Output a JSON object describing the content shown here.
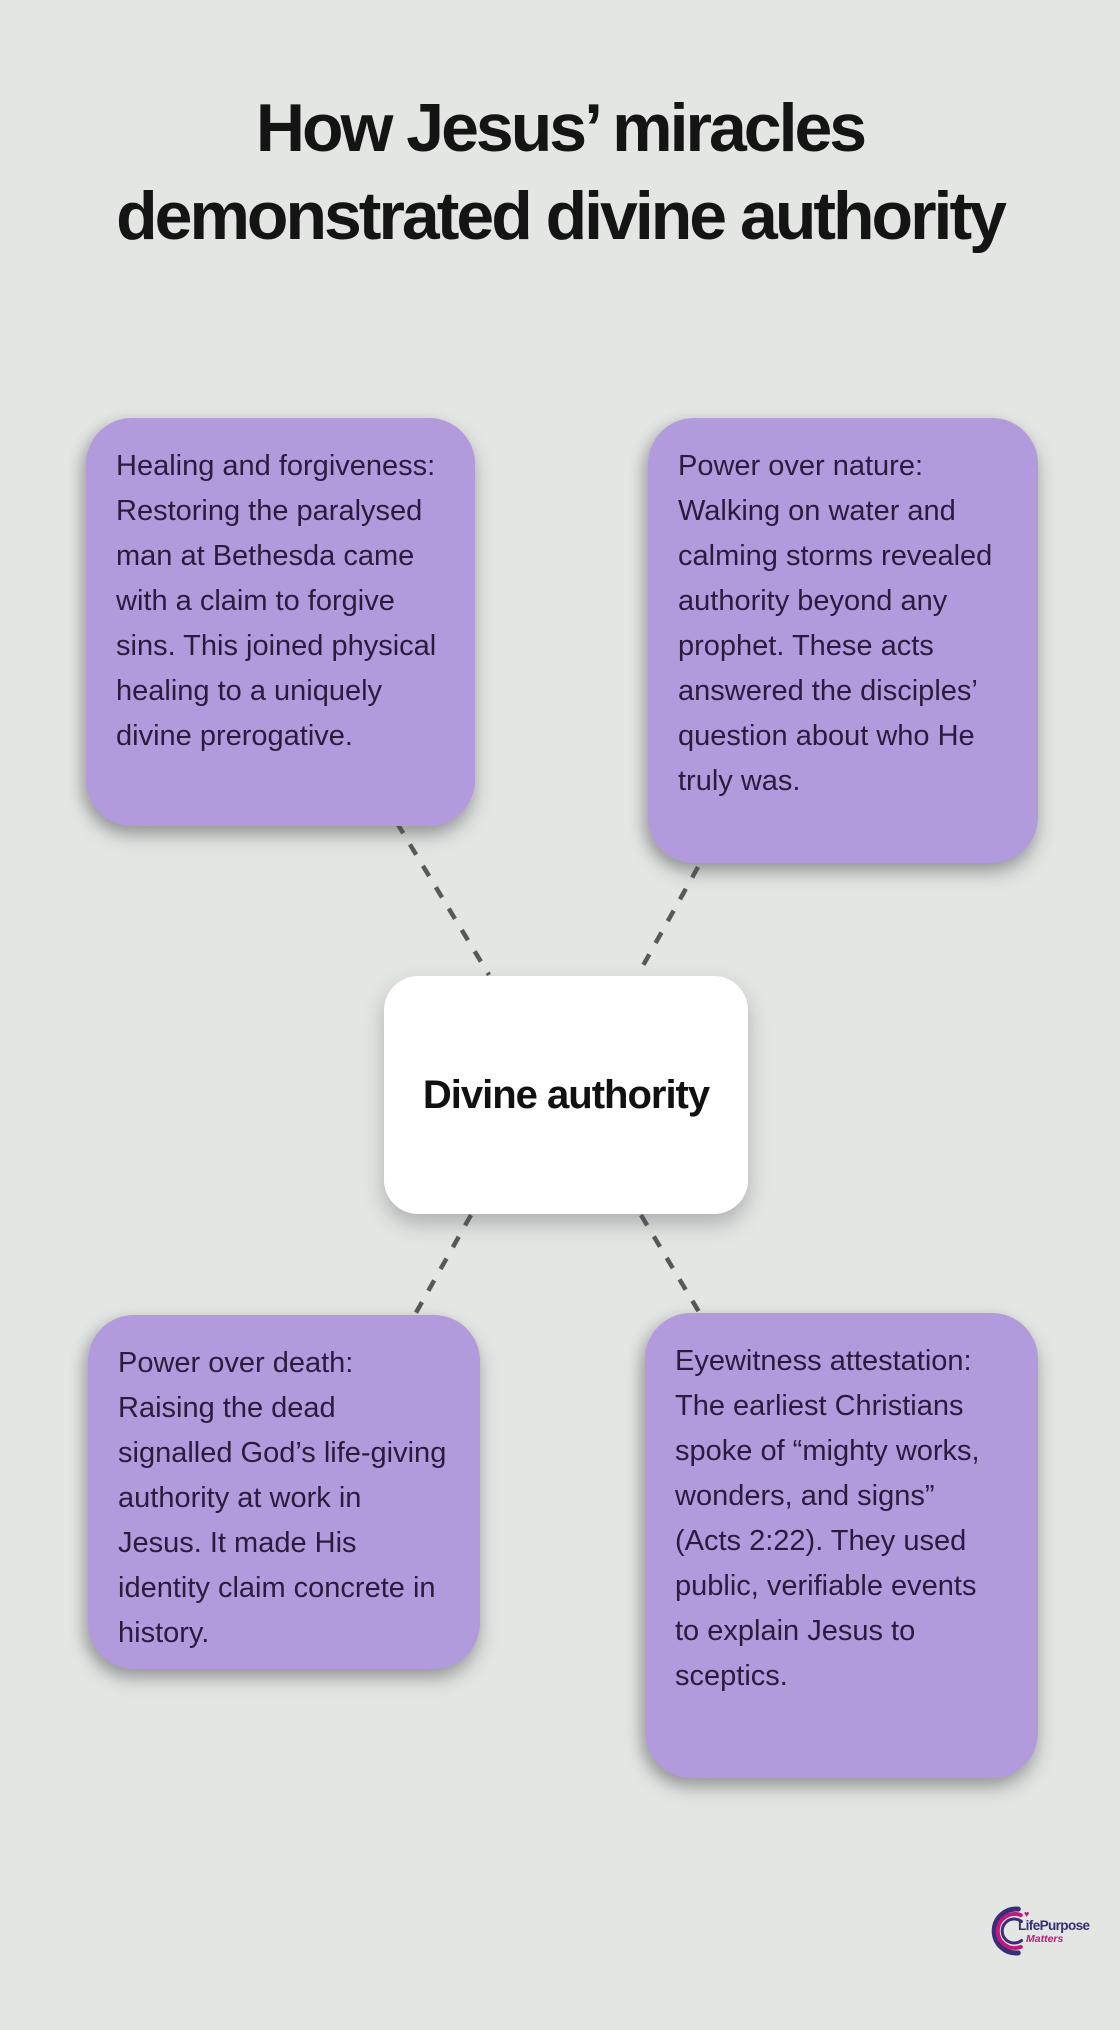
{
  "title": {
    "line1": "How Jesus’ miracles",
    "line2": "demonstrated divine authority"
  },
  "center_node": {
    "label": "Divine authority"
  },
  "cards": {
    "top_left": {
      "text": "Healing and forgiveness: Restoring the paralysed man at Bethesda came with a claim to forgive sins. This joined physical healing to a uniquely divine prerogative."
    },
    "top_right": {
      "text": "Power over nature: Walking on water and calming storms revealed authority beyond any prophet. These acts answered the disciples’ question about who He truly was."
    },
    "bottom_left": {
      "text": "Power over death: Raising the dead signalled God’s life-giving authority at work in Jesus. It made His identity claim concrete in history."
    },
    "bottom_right": {
      "text": "Eyewitness attestation: The earliest Christians spoke of “mighty works, wonders, and signs” (Acts 2:22). They used public, verifiable events to explain Jesus to sceptics."
    }
  },
  "logo": {
    "brand_top": "LifePurpose",
    "brand_bottom": "Matters",
    "heart_icon_glyph": "♥"
  },
  "colors": {
    "background": "#e3e6e3",
    "card": "#b29bdc",
    "card_text": "#2a1c3f",
    "center_bg": "#ffffff",
    "title": "#141414",
    "connector": "#595959",
    "logo_navy": "#3a2d78",
    "logo_magenta": "#c2187b"
  }
}
